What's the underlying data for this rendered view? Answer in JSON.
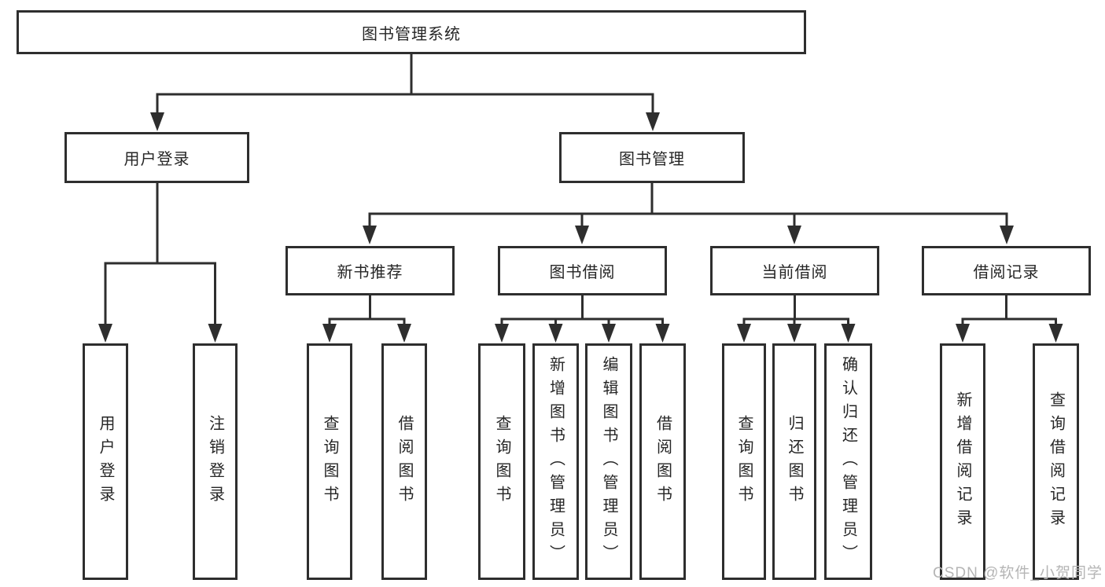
{
  "tree": {
    "label": "图书管理系统",
    "children": [
      {
        "label": "用户登录",
        "children": [
          {
            "label": "用户登录"
          },
          {
            "label": "注销登录"
          }
        ]
      },
      {
        "label": "图书管理",
        "children": [
          {
            "label": "新书推荐",
            "children": [
              {
                "label": "查询图书"
              },
              {
                "label": "借阅图书"
              }
            ]
          },
          {
            "label": "图书借阅",
            "children": [
              {
                "label": "查询图书"
              },
              {
                "label": "新增图书（管理员）"
              },
              {
                "label": "编辑图书（管理员）"
              },
              {
                "label": "借阅图书"
              }
            ]
          },
          {
            "label": "当前借阅",
            "children": [
              {
                "label": "查询图书"
              },
              {
                "label": "归还图书"
              },
              {
                "label": "确认归还（管理员）"
              }
            ]
          },
          {
            "label": "借阅记录",
            "children": [
              {
                "label": "新增借阅记录"
              },
              {
                "label": "查询借阅记录"
              }
            ]
          }
        ]
      }
    ]
  },
  "watermark": {
    "text": "CSDN @软件_小贺同学"
  },
  "colors": {
    "line": "#2e2e2e",
    "text": "#262626",
    "watermark": "#b5b5b5",
    "background": "#ffffff"
  }
}
